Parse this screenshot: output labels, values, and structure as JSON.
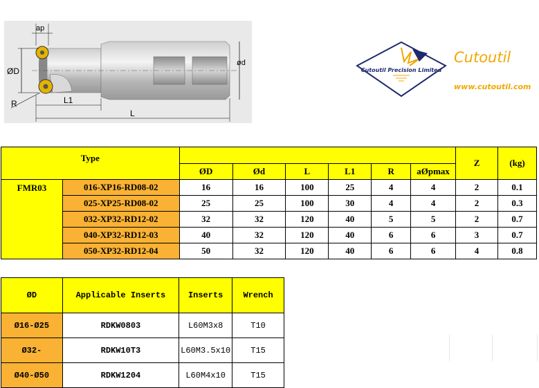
{
  "drawing": {
    "label_ap": "ap",
    "label_od": "ØD",
    "label_d": "ød",
    "label_r": "R",
    "label_l1": "L1",
    "label_l": "L"
  },
  "logo": {
    "badge_text": "Cutoutil Precision Limited",
    "brand": "Cutoutil",
    "website": "www.cutoutil.com"
  },
  "spec_table": {
    "type_header": "Type",
    "columns": [
      "ØD",
      "Ød",
      "L",
      "L1",
      "R",
      "aØpmax",
      "Z",
      "(kg)"
    ],
    "series": "FMR03",
    "rows": [
      {
        "model": "016-XP16-RD08-02",
        "values": [
          "16",
          "16",
          "100",
          "25",
          "4",
          "4",
          "2",
          "0.1"
        ]
      },
      {
        "model": "025-XP25-RD08-02",
        "values": [
          "25",
          "25",
          "100",
          "30",
          "4",
          "4",
          "2",
          "0.3"
        ]
      },
      {
        "model": "032-XP32-RD12-02",
        "values": [
          "32",
          "32",
          "120",
          "40",
          "5",
          "5",
          "2",
          "0.7"
        ]
      },
      {
        "model": "040-XP32-RD12-03",
        "values": [
          "40",
          "32",
          "120",
          "40",
          "6",
          "6",
          "3",
          "0.7"
        ]
      },
      {
        "model": "050-XP32-RD12-04",
        "values": [
          "50",
          "32",
          "120",
          "40",
          "6",
          "6",
          "4",
          "0.8"
        ]
      }
    ]
  },
  "insert_table": {
    "headers": [
      "ØD",
      "Applicable Inserts",
      "Inserts",
      "Wrench"
    ],
    "rows": [
      [
        "Ø16-Ø25",
        "RDKW0803",
        "L60M3x8",
        "T10"
      ],
      [
        "Ø32-",
        "RDKW10T3",
        "L60M3.5x10",
        "T15"
      ],
      [
        "Ø40-Ø50",
        "RDKW1204",
        "L60M4x10",
        "T15"
      ]
    ]
  }
}
